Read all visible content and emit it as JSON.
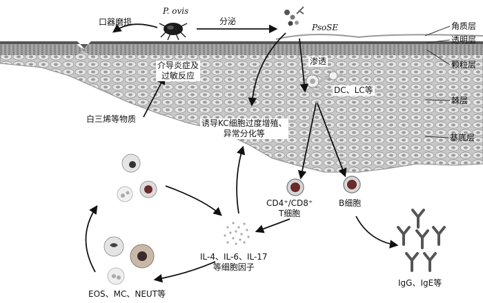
{
  "labels": {
    "p_ovis": "P. ovis",
    "mouth_damage": "口器磨损",
    "secretion": "分泌",
    "psose": "PsoSE",
    "layer_corneum": "角质层",
    "layer_lucidum": "透明层",
    "layer_granulosum": "颗粒层",
    "layer_spinosum": "棘层",
    "layer_basale": "基底层",
    "penetration": "渗透",
    "mediate_line1": "介导炎症及",
    "mediate_line2": "过敏反应",
    "leukotriene": "白三烯等物质",
    "kc_line1": "诱导KC细胞过度增殖、",
    "kc_line2": "异常分化等",
    "dc_lc": "DC、LC等",
    "t_cell_line1": "CD4⁺/CD8⁺",
    "t_cell_line2": "T细胞",
    "b_cell": "B细胞",
    "cytokines_line1": "IL-4、IL-6、IL-17",
    "cytokines_line2": "等细胞因子",
    "granulocytes": "EOS、MC、NEUT等",
    "antibodies": "IgG、IgE等"
  },
  "icons": [
    "mite-icon",
    "psose-molecule-icon",
    "dendritic-cell-icon",
    "t-cell-icon",
    "b-cell-icon",
    "immune-cell-icon",
    "cytokine-dots-icon",
    "antibody-icon"
  ]
}
